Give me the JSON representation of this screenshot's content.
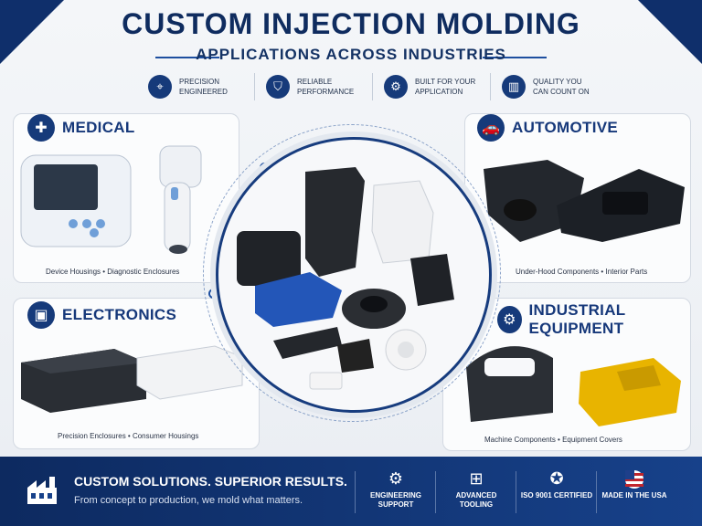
{
  "header": {
    "title": "CUSTOM INJECTION MOLDING",
    "subtitle": "APPLICATIONS ACROSS INDUSTRIES"
  },
  "features": [
    {
      "icon": "crosshair-icon",
      "label": "PRECISION ENGINEERED"
    },
    {
      "icon": "shield-icon",
      "label": "RELIABLE PERFORMANCE"
    },
    {
      "icon": "gear-icon",
      "label": "BUILT FOR YOUR APPLICATION"
    },
    {
      "icon": "chart-icon",
      "label": "QUALITY YOU CAN COUNT ON"
    }
  ],
  "industries": {
    "medical": {
      "title": "MEDICAL",
      "caption": "Device Housings  •  Diagnostic Enclosures"
    },
    "automotive": {
      "title": "AUTOMOTIVE",
      "caption": "Under-Hood Components  •  Interior Parts"
    },
    "electronics": {
      "title": "ELECTRONICS",
      "caption": "Precision Enclosures  •  Consumer Housings"
    },
    "industrial": {
      "title": "INDUSTRIAL EQUIPMENT",
      "caption": "Machine Components  •  Equipment Covers"
    }
  },
  "footer": {
    "title": "CUSTOM SOLUTIONS. SUPERIOR RESULTS.",
    "subtitle": "From concept to production, we mold what matters.",
    "badges": [
      {
        "icon": "gears-icon",
        "label": "ENGINEERING SUPPORT"
      },
      {
        "icon": "tooling-icon",
        "label": "ADVANCED TOOLING"
      },
      {
        "icon": "certified-icon",
        "label": "ISO 9001 CERTIFIED"
      },
      {
        "icon": "us-flag-icon",
        "label": "MADE IN THE USA"
      }
    ]
  },
  "colors": {
    "navy": "#163a7a",
    "accent": "#1e4fa0",
    "yellow": "#e8b400"
  }
}
